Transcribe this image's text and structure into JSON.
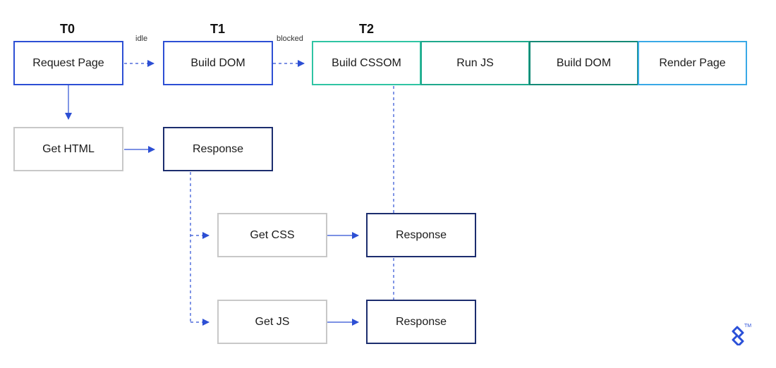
{
  "timeline": {
    "t0": "T0",
    "t1": "T1",
    "t2": "T2"
  },
  "edges": {
    "idle": "idle",
    "blocked": "blocked"
  },
  "top_row": {
    "request_page": "Request Page",
    "build_dom_1": "Build DOM",
    "build_cssom": "Build CSSOM",
    "run_js": "Run JS",
    "build_dom_2": "Build DOM",
    "render_page": "Render Page"
  },
  "html_row": {
    "get_html": "Get HTML",
    "response": "Response"
  },
  "css_row": {
    "get_css": "Get CSS",
    "response": "Response"
  },
  "js_row": {
    "get_js": "Get JS",
    "response": "Response"
  },
  "branding": {
    "trademark": "TM"
  },
  "colors": {
    "blue": "#2d4fd4",
    "navy": "#1c2d6e",
    "gray": "#c8c8c8",
    "teal_light": "#2fc4a3",
    "teal_mid": "#1fa98c",
    "teal_dark": "#158a77",
    "sky": "#39a9e6"
  }
}
